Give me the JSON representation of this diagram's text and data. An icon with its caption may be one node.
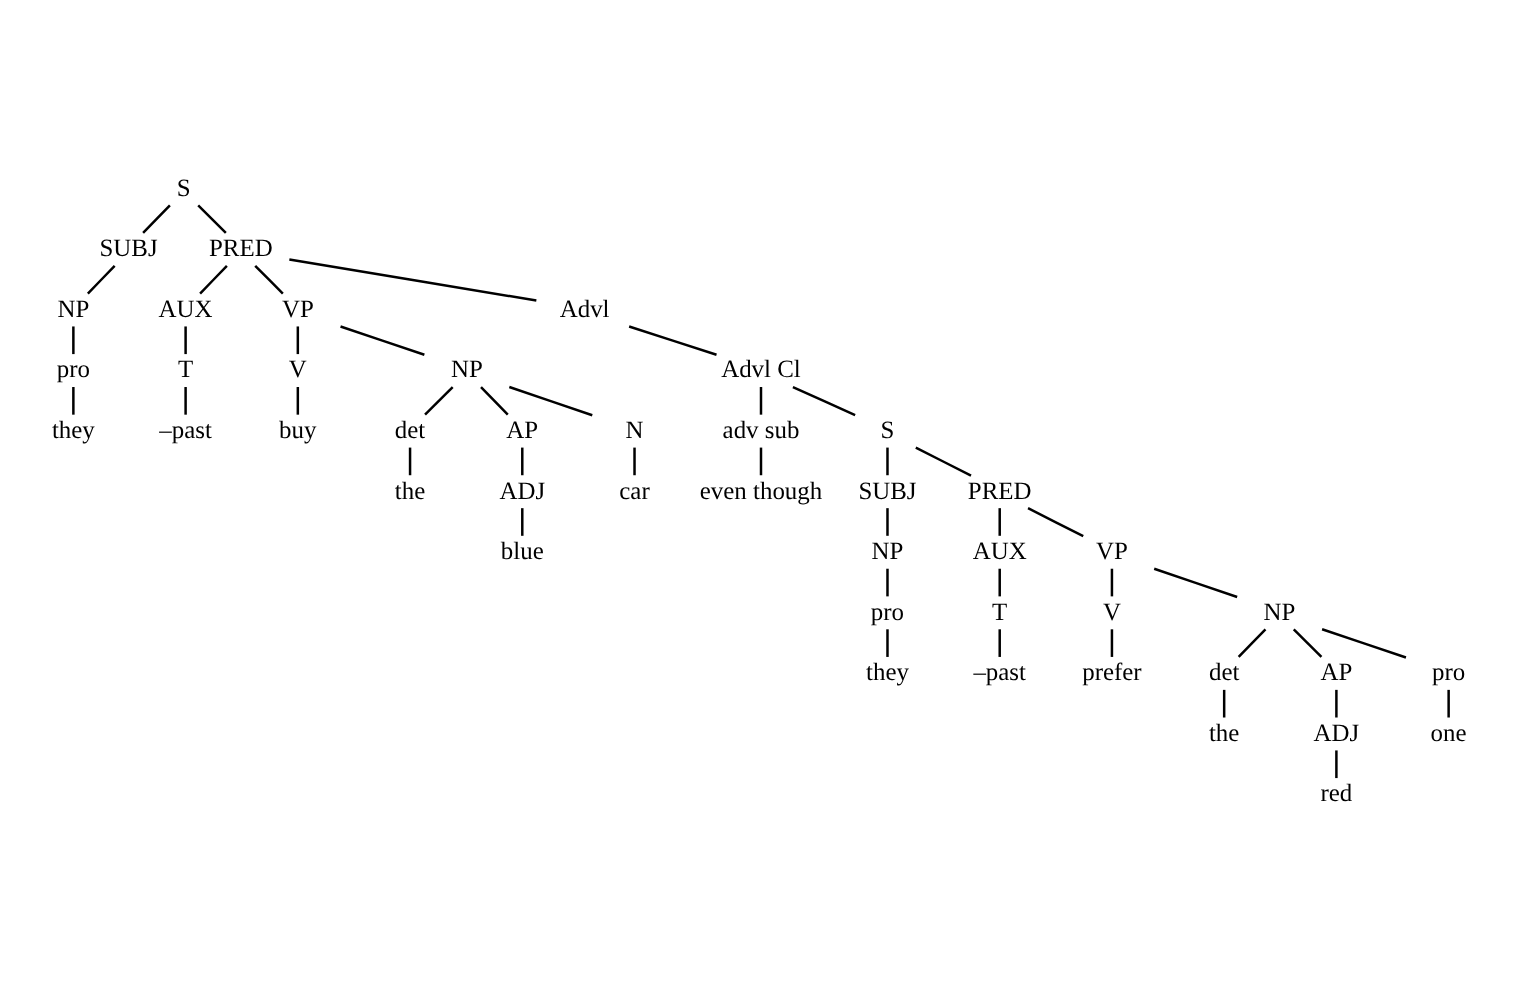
{
  "diagram": {
    "nodes": [
      {
        "text": [
          "S"
        ]
      },
      {
        "text": [
          "SUBJ"
        ]
      },
      {
        "text": [
          "NP"
        ]
      },
      {
        "text": [
          "pro"
        ]
      },
      {
        "text": [
          "they"
        ]
      },
      {
        "text": [
          "PRED"
        ]
      },
      {
        "text": [
          "AUX"
        ]
      },
      {
        "text": [
          "T"
        ]
      },
      {
        "text": [
          "–past"
        ]
      },
      {
        "text": [
          "VP"
        ]
      },
      {
        "text": [
          "V"
        ]
      },
      {
        "text": [
          "buy"
        ]
      },
      {
        "text": [
          "NP"
        ]
      },
      {
        "text": [
          "det"
        ]
      },
      {
        "text": [
          "the"
        ]
      },
      {
        "text": [
          "AP"
        ]
      },
      {
        "text": [
          "ADJ"
        ]
      },
      {
        "text": [
          "blue"
        ]
      },
      {
        "text": [
          "N"
        ]
      },
      {
        "text": [
          "car"
        ]
      },
      {
        "text": [
          "Advl"
        ]
      },
      {
        "text": [
          "Advl Cl"
        ]
      },
      {
        "text": [
          "adv sub"
        ]
      },
      {
        "text": [
          "even though"
        ]
      },
      {
        "text": [
          "S"
        ]
      },
      {
        "text": [
          "SUBJ"
        ]
      },
      {
        "text": [
          "NP"
        ]
      },
      {
        "text": [
          "pro"
        ]
      },
      {
        "text": [
          "they"
        ]
      },
      {
        "text": [
          "PRED"
        ]
      },
      {
        "text": [
          "AUX"
        ]
      },
      {
        "text": [
          "T"
        ]
      },
      {
        "text": [
          "–past"
        ]
      },
      {
        "text": [
          "VP"
        ]
      },
      {
        "text": [
          "V"
        ]
      },
      {
        "text": [
          "prefer"
        ]
      },
      {
        "text": [
          "NP"
        ]
      },
      {
        "text": [
          "det"
        ]
      },
      {
        "text": [
          "the"
        ]
      },
      {
        "text": [
          "AP"
        ]
      },
      {
        "text": [
          "ADJ"
        ]
      },
      {
        "text": [
          "red"
        ]
      },
      {
        "text": [
          "pro"
        ]
      },
      {
        "text": [
          "one"
        ]
      }
    ],
    "edges": [
      {
        "from": 0,
        "to": 1,
        "arrow": "none"
      },
      {
        "from": 0,
        "to": 5,
        "arrow": "none"
      },
      {
        "from": 1,
        "to": 2,
        "arrow": "none"
      },
      {
        "from": 2,
        "to": 3,
        "arrow": "none"
      },
      {
        "from": 3,
        "to": 4,
        "arrow": "none"
      },
      {
        "from": 5,
        "to": 6,
        "arrow": "none"
      },
      {
        "from": 5,
        "to": 9,
        "arrow": "none"
      },
      {
        "from": 5,
        "to": 20,
        "arrow": "none"
      },
      {
        "from": 6,
        "to": 7,
        "arrow": "none"
      },
      {
        "from": 7,
        "to": 8,
        "arrow": "none"
      },
      {
        "from": 9,
        "to": 10,
        "arrow": "none"
      },
      {
        "from": 9,
        "to": 12,
        "arrow": "none"
      },
      {
        "from": 10,
        "to": 11,
        "arrow": "none"
      },
      {
        "from": 12,
        "to": 13,
        "arrow": "none"
      },
      {
        "from": 12,
        "to": 15,
        "arrow": "none"
      },
      {
        "from": 12,
        "to": 18,
        "arrow": "none"
      },
      {
        "from": 13,
        "to": 14,
        "arrow": "none"
      },
      {
        "from": 15,
        "to": 16,
        "arrow": "none"
      },
      {
        "from": 16,
        "to": 17,
        "arrow": "none"
      },
      {
        "from": 18,
        "to": 19,
        "arrow": "none"
      },
      {
        "from": 20,
        "to": 21,
        "arrow": "none"
      },
      {
        "from": 21,
        "to": 22,
        "arrow": "none"
      },
      {
        "from": 21,
        "to": 24,
        "arrow": "none"
      },
      {
        "from": 22,
        "to": 23,
        "arrow": "none"
      },
      {
        "from": 24,
        "to": 25,
        "arrow": "none"
      },
      {
        "from": 24,
        "to": 29,
        "arrow": "none"
      },
      {
        "from": 25,
        "to": 26,
        "arrow": "none"
      },
      {
        "from": 26,
        "to": 27,
        "arrow": "none"
      },
      {
        "from": 27,
        "to": 28,
        "arrow": "none"
      },
      {
        "from": 29,
        "to": 30,
        "arrow": "none"
      },
      {
        "from": 29,
        "to": 33,
        "arrow": "none"
      },
      {
        "from": 30,
        "to": 31,
        "arrow": "none"
      },
      {
        "from": 31,
        "to": 32,
        "arrow": "none"
      },
      {
        "from": 33,
        "to": 34,
        "arrow": "none"
      },
      {
        "from": 33,
        "to": 36,
        "arrow": "none"
      },
      {
        "from": 34,
        "to": 35,
        "arrow": "none"
      },
      {
        "from": 36,
        "to": 37,
        "arrow": "none"
      },
      {
        "from": 36,
        "to": 39,
        "arrow": "none"
      },
      {
        "from": 36,
        "to": 42,
        "arrow": "none"
      },
      {
        "from": 37,
        "to": 38,
        "arrow": "none"
      },
      {
        "from": 39,
        "to": 40,
        "arrow": "none"
      },
      {
        "from": 40,
        "to": 41,
        "arrow": "none"
      },
      {
        "from": 42,
        "to": 43,
        "arrow": "none"
      }
    ]
  }
}
